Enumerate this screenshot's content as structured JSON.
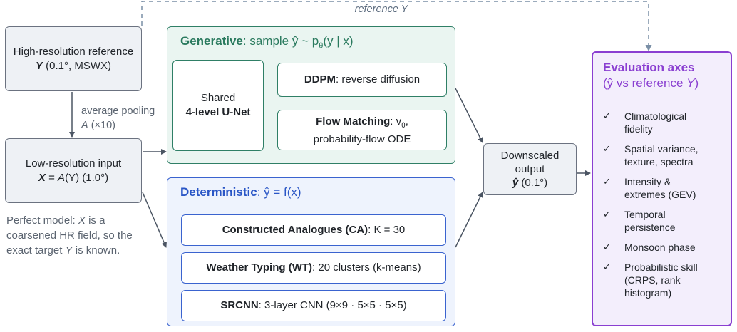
{
  "reference_label": "reference Y",
  "hr_box": {
    "line1": "High-resolution reference",
    "var": "Y",
    "detail": "(0.1°, MSWX)"
  },
  "pooling": {
    "line1": "average pooling",
    "op": "A",
    "factor": "(×10)"
  },
  "lr_box": {
    "line1": "Low-resolution input",
    "var": "X",
    "eq": "= ",
    "func": "A",
    "arg": "(Y)",
    "detail": "(1.0°)"
  },
  "perfect_model_note": {
    "line1_pre": "Perfect model: ",
    "var_x": "X",
    "line1_post": " is a",
    "line2": "coarsened HR field, so the",
    "line3_pre": "exact target ",
    "var_y": "Y",
    "line3_post": " is known."
  },
  "generative": {
    "title": "Generative",
    "desc_pre": ":  sample  ŷ ~ p",
    "theta": "θ",
    "desc_post": "(y | x)",
    "unet_line1": "Shared",
    "unet_line2": "4-level U-Net",
    "ddpm_name": "DDPM",
    "ddpm_desc": ":  reverse diffusion",
    "fm_name": "Flow Matching",
    "fm_desc": ":  v",
    "fm_sub": "θ",
    "fm_comma": ",",
    "fm_line2": "probability-flow ODE"
  },
  "deterministic": {
    "title": "Deterministic",
    "desc": ":  ŷ = f(x)",
    "methods": [
      {
        "name": "Constructed Analogues (CA)",
        "detail": ":  K = 30"
      },
      {
        "name": "Weather Typing (WT)",
        "detail": ":  20 clusters (k-means)"
      },
      {
        "name": "SRCNN",
        "detail": ":  3-layer CNN (9×9 · 5×5 · 5×5)"
      }
    ]
  },
  "output_box": {
    "line1": "Downscaled",
    "line2": "output",
    "var": "ŷ",
    "detail": "(0.1°)"
  },
  "evaluation": {
    "title": "Evaluation axes",
    "subtitle_pre": "(ŷ vs reference ",
    "subtitle_var": "Y",
    "subtitle_post": ")",
    "check": "✓",
    "items": [
      "Climatological fidelity",
      "Spatial variance, texture, spectra",
      "Intensity & extremes (GEV)",
      "Temporal persistence",
      "Monsoon phase",
      "Probabilistic skill (CRPS, rank histogram)"
    ]
  },
  "colors": {
    "generative": "#2f7f66",
    "deterministic": "#3a63cf",
    "evaluation": "#8a3fd1",
    "arrow": "#4b5563",
    "dashed": "#7a8fa6"
  }
}
